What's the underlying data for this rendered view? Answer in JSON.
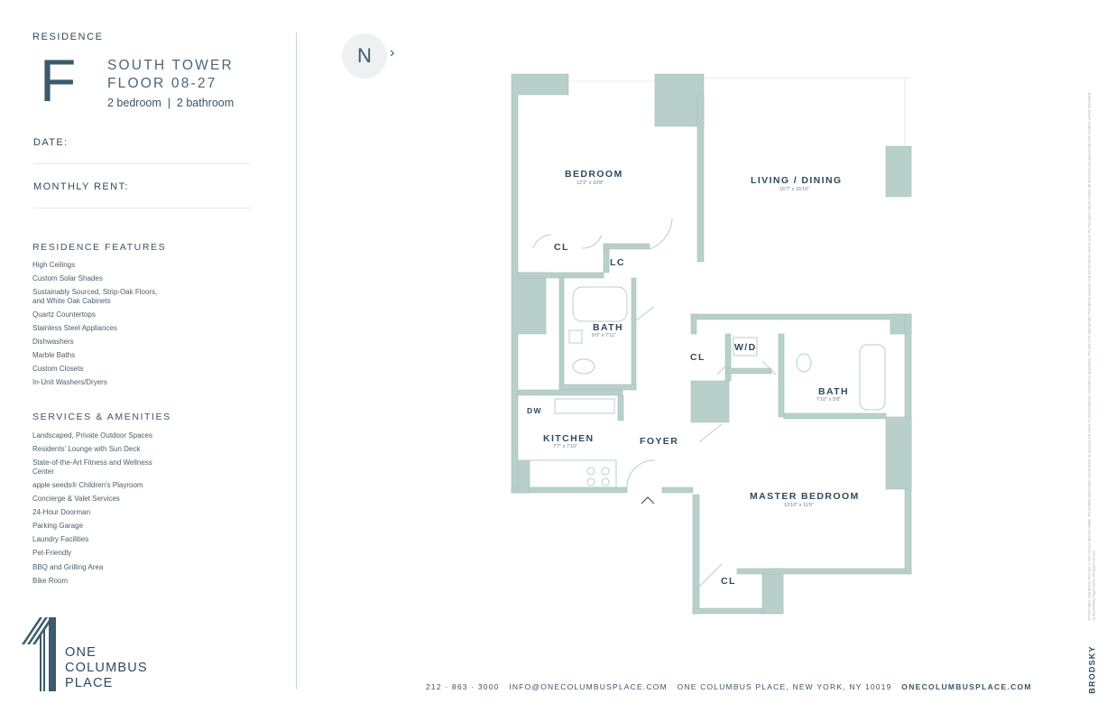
{
  "residence": {
    "label": "RESIDENCE",
    "letter": "F",
    "tower": "SOUTH TOWER",
    "floor": "FLOOR 08-27",
    "beds_baths": "2 bedroom  |  2 bathroom"
  },
  "fields": {
    "date": "DATE:",
    "rent": "MONTHLY RENT:"
  },
  "features": {
    "title": "RESIDENCE FEATURES",
    "items": [
      "High Ceilings",
      "Custom Solar Shades",
      "Sustainably Sourced, Strip-Oak Floors, and White Oak Cabinets",
      "Quartz Countertops",
      "Stainless Steel Appliances",
      "Dishwashers",
      "Marble Baths",
      "Custom Closets",
      "In-Unit Washers/Dryers"
    ]
  },
  "amenities": {
    "title": "SERVICES & AMENITIES",
    "items": [
      "Landscaped, Private Outdoor Spaces",
      "Residents' Lounge with Sun Deck",
      "State-of-the-Art Fitness and Wellness Center",
      "apple seeds® Children's Playroom",
      "Concierge & Valet Services",
      "24-Hour Doorman",
      "Parking Garage",
      "Laundry Facilities",
      "Pet-Friendly",
      "BBQ and Grilling Area",
      "Bike Room"
    ]
  },
  "logo": {
    "line1": "ONE",
    "line2": "COLUMBUS",
    "line3": "PLACE"
  },
  "compass": "N",
  "rooms": {
    "bedroom": {
      "label": "BEDROOM",
      "dim": "12'2\" x 10'8\""
    },
    "living": {
      "label": "LIVING / DINING",
      "dim": "16'7\" x 15'10\""
    },
    "bath1": {
      "label": "BATH",
      "dim": "5'0\" x 7'11\""
    },
    "bath2": {
      "label": "BATH",
      "dim": "7'10\" x 5'8\""
    },
    "kitchen": {
      "label": "KITCHEN",
      "dim": "7'7\" x 7'10\""
    },
    "master": {
      "label": "MASTER BEDROOM",
      "dim": "13'10\" x 11'0\""
    },
    "foyer": "FOYER",
    "cl1": "CL",
    "cl2": "CL",
    "cl3": "CL",
    "lc": "LC",
    "wd": "W/D",
    "dw": "DW"
  },
  "footer": {
    "phone": "212 · 863 · 3000",
    "email": "INFO@ONECOLUMBUSPLACE.COM",
    "address": "ONE COLUMBUS PLACE, NEW YORK, NY 10019",
    "website": "ONECOLUMBUSPLACE.COM"
  },
  "brand": "BRODSKY",
  "disclaimer": "All information regarding the floor plan is from sources deemed reliable. The Brodsky Organization cannot assure its accuracy and makes no representations, warranties or guarantees. This plan is for approximate informational purposes only and should be used as such; the floor plans may be revised. All dimensions are approximate and should be verified. Developed by The Brodsky Organization. All rights reserved.",
  "colors": {
    "wall": "#b8cfca",
    "text": "#2f4a5c",
    "line": "#c9d3d6"
  }
}
